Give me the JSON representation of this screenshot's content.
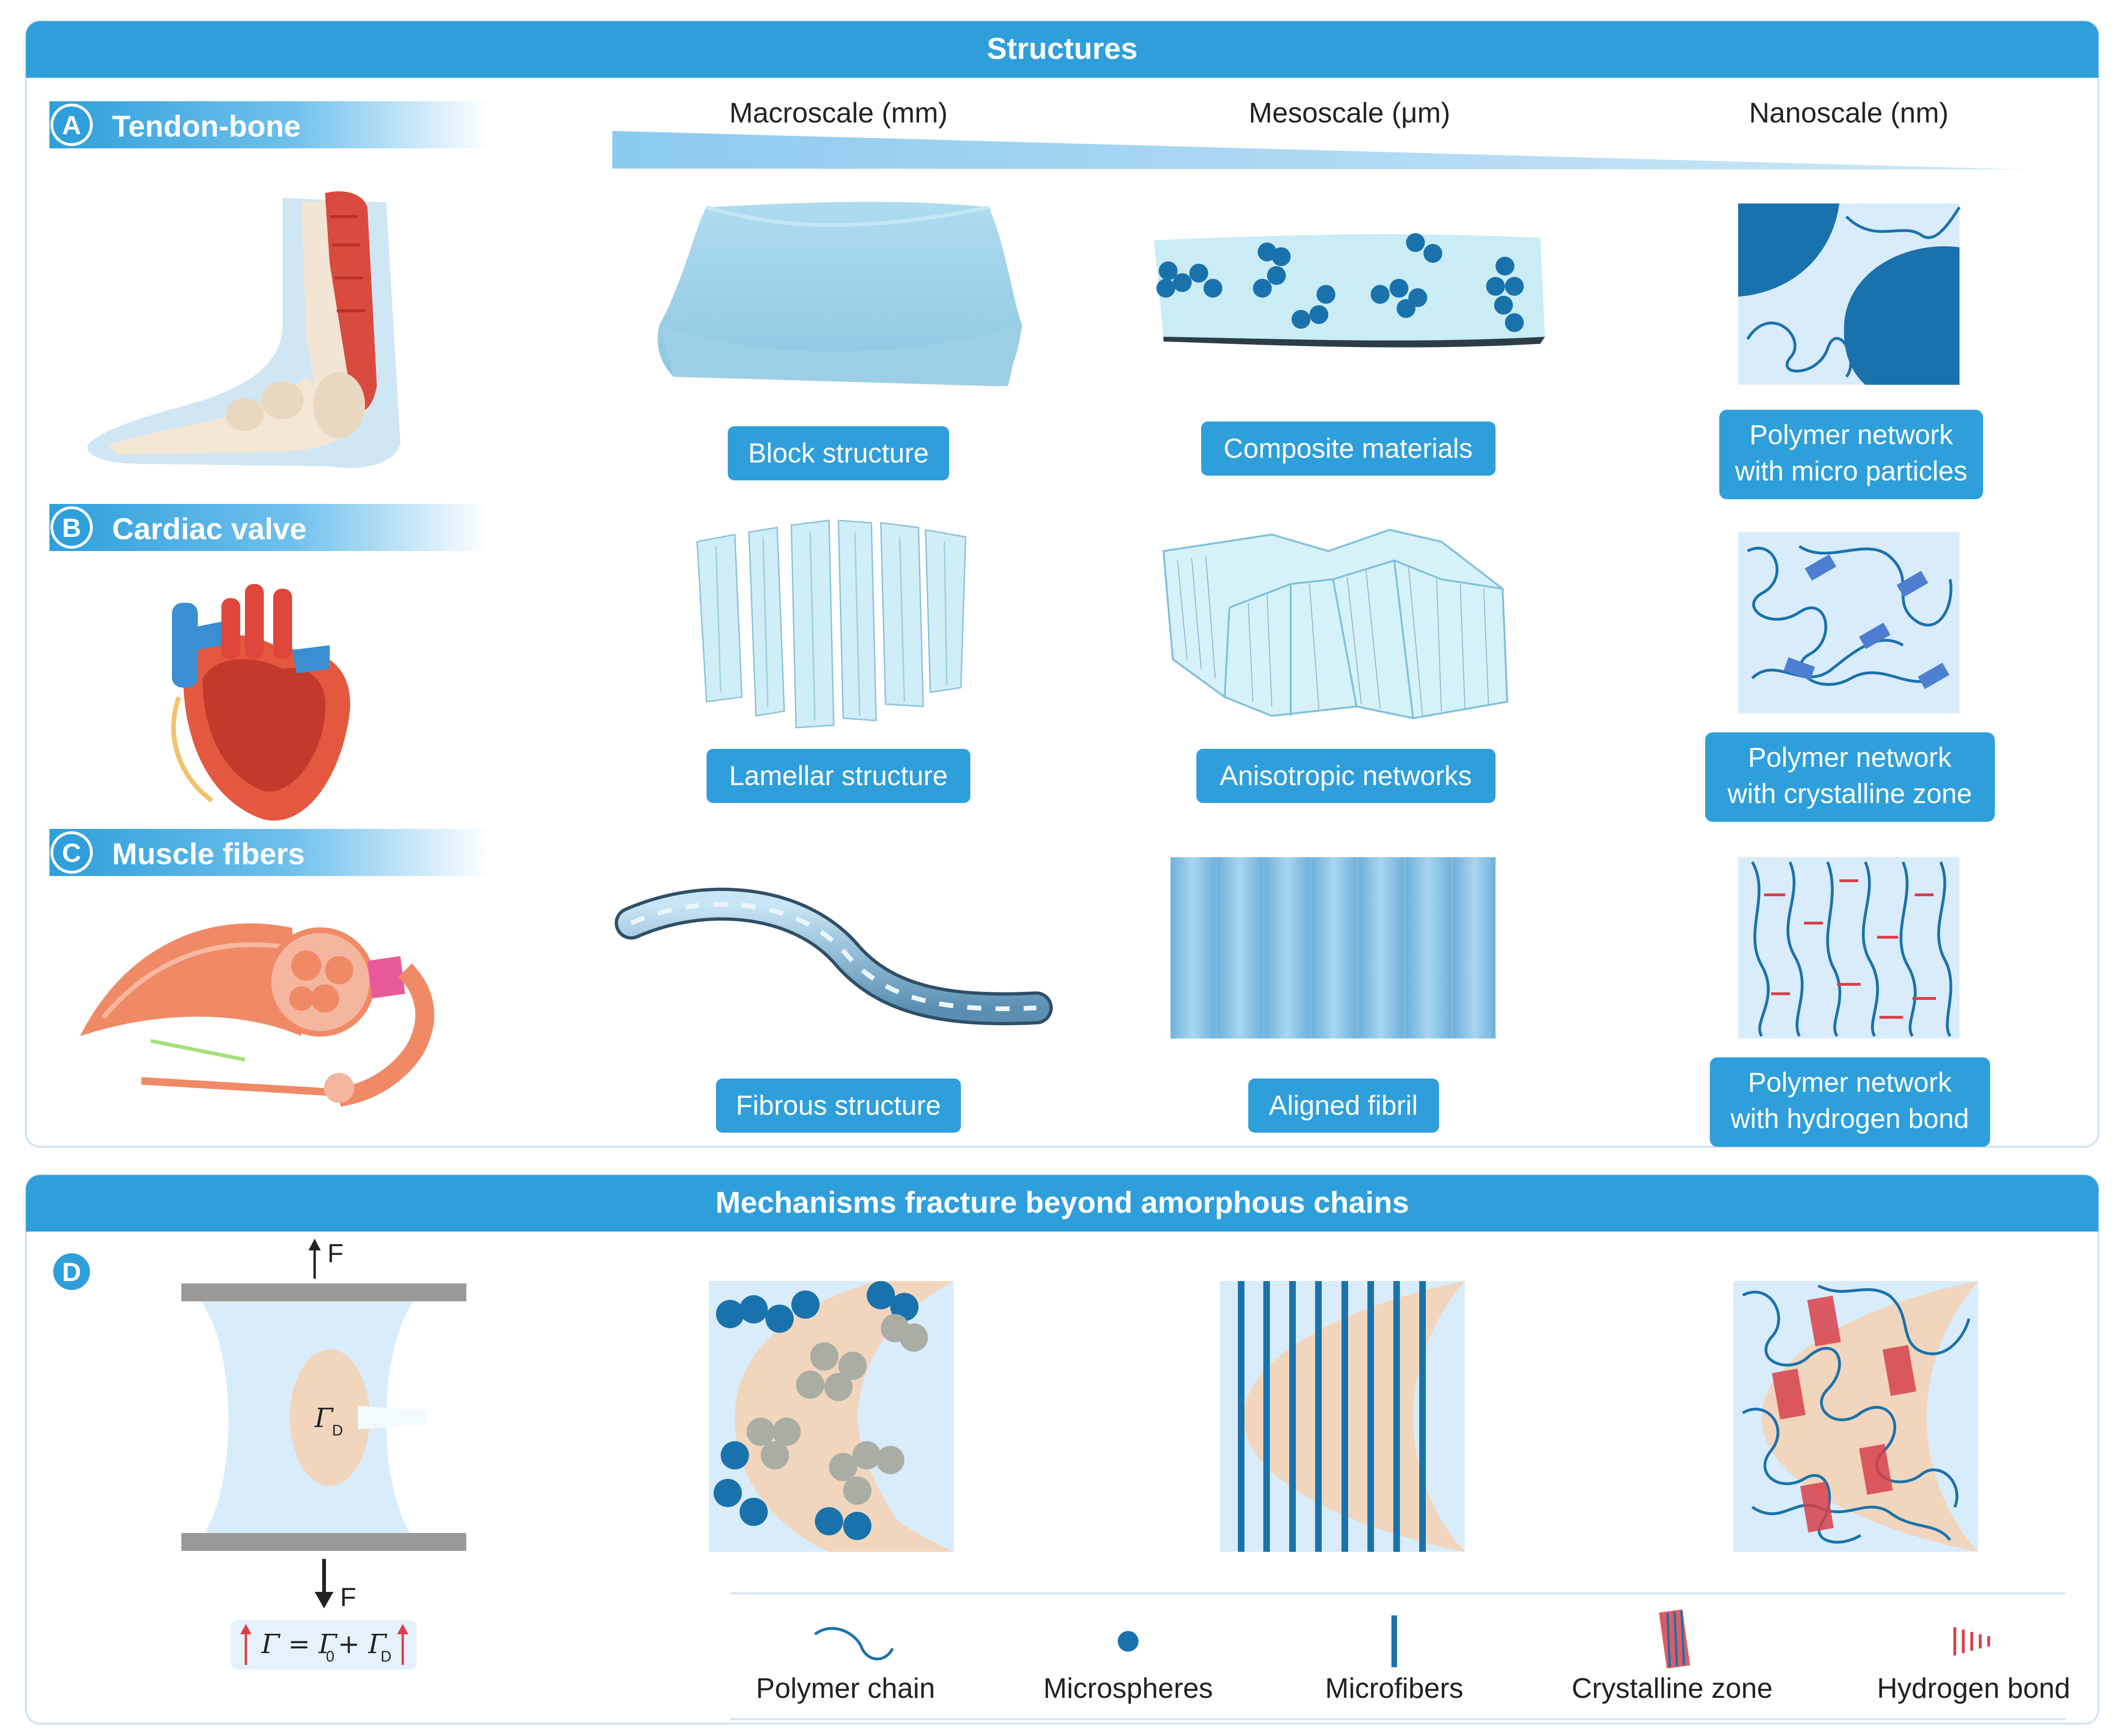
{
  "colors": {
    "primary": "#2e9fdb",
    "light_blue": "#d9ecfb",
    "pale_blue": "#cfe8f7",
    "dark_blue": "#1a72ac",
    "orange": "#f1d6bd",
    "red": "#d9404a",
    "gray": "#9a9a9a"
  },
  "structures": {
    "title": "Structures",
    "scales": [
      "Macroscale (mm)",
      "Mesoscale (μm)",
      "Nanoscale (nm)"
    ],
    "tissues": [
      {
        "letter": "A",
        "name": "Tendon-bone"
      },
      {
        "letter": "B",
        "name": "Cardiac valve"
      },
      {
        "letter": "C",
        "name": "Muscle fibers"
      }
    ],
    "rows": [
      {
        "macro": "Block structure",
        "meso": "Composite materials",
        "nano_line1": "Polymer network",
        "nano_line2": "with micro particles"
      },
      {
        "macro": "Lamellar structure",
        "meso": "Anisotropic networks",
        "nano_line1": "Polymer network",
        "nano_line2": "with crystalline zone"
      },
      {
        "macro": "Fibrous structure",
        "meso": "Aligned fibril",
        "nano_line1": "Polymer network",
        "nano_line2": "with hydrogen bond"
      }
    ]
  },
  "mechanisms": {
    "title": "Mechanisms fracture beyond amorphous chains",
    "letter": "D",
    "force_label": "F",
    "gamma_d": "Γ",
    "gamma_d_sub": "D",
    "formula": {
      "lhs": "Γ = Γ",
      "sub0": "0",
      "plus": "+ Γ",
      "subD": "D"
    },
    "legend": [
      "Polymer chain",
      "Microspheres",
      "Microfibers",
      "Crystalline zone",
      "Hydrogen bond"
    ]
  }
}
